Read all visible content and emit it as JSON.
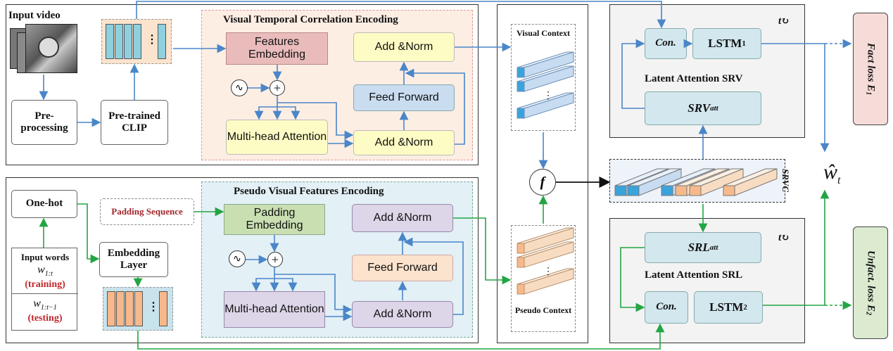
{
  "top_branch": {
    "input_video_label": "Input video",
    "preprocessing_label": "Pre-processing",
    "clip_label": "Pre-trained CLIP",
    "feature_dots": "⋮",
    "vtce": {
      "title": "Visual Temporal Correlation Encoding",
      "features_embedding": "Features Embedding",
      "mha": "Multi-head Attention",
      "add_norm_1": "Add &Norm",
      "feed_forward": "Feed Forward",
      "add_norm_2": "Add &Norm"
    }
  },
  "bottom_branch": {
    "one_hot": "One-hot",
    "input_words": "Input words",
    "train_word": "w",
    "train_sub": "1:t",
    "training": "(training)",
    "test_word": "w",
    "test_sub": "1:t−1",
    "testing": "(testing)",
    "embedding_layer": "Embedding Layer",
    "padding_sequence": "Padding Sequence",
    "pvfe": {
      "title": "Pseudo Visual Features Encoding",
      "padding_embedding": "Padding Embedding",
      "mha": "Multi-head Attention",
      "add_norm_1": "Add &Norm",
      "feed_forward": "Feed Forward",
      "add_norm_2": "Add &Norm"
    }
  },
  "fusion": {
    "visual_context": "Visual Context",
    "pseudo_context": "Pseudo Context",
    "fuse_symbol": "f",
    "dots": "⋮",
    "srvc_label": "SRVC"
  },
  "decoder_top": {
    "con": "Con.",
    "lstm": "LSTM",
    "lstm_sub": "1",
    "title": "Latent Attention SRV",
    "att": "SRV",
    "att_sub": "att",
    "time": "t"
  },
  "decoder_bottom": {
    "con": "Con.",
    "lstm": "LSTM",
    "lstm_sub": "2",
    "title": "Latent Attention SRL",
    "att": "SRL",
    "att_sub": "att",
    "time": "t"
  },
  "losses": {
    "fact": "Fact loss E",
    "fact_sub": "1",
    "unfact": "Unfact. loss E",
    "unfact_sub": "2"
  },
  "output": {
    "symbol": "ŵ",
    "sub": "t"
  },
  "colors": {
    "blue_arrow": "#4a86c8",
    "green_arrow": "#23a543",
    "fact_bg": "#f6dcd9",
    "unfact_bg": "#dcebd0",
    "vtce_bg": "#fdeee4",
    "pvfe_bg": "#e3f0f6",
    "red_text": "#c0262b"
  }
}
